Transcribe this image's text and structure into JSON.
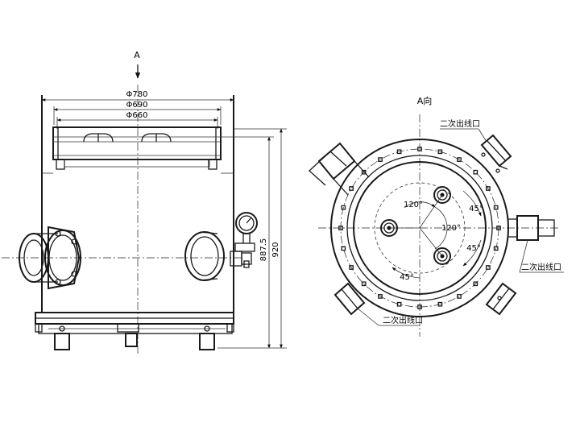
{
  "front_view": {
    "view_arrow_label": "A",
    "dim_d780": "Φ780",
    "dim_d690": "Φ690",
    "dim_d660": "Φ660",
    "dim_h887": "887.5",
    "dim_h920": "920"
  },
  "top_view": {
    "title": "A向",
    "label_outlet_top": "二次出线口",
    "label_outlet_right": "二次出线口",
    "label_outlet_bottom": "二次出线口",
    "angle_120_upper": "120°",
    "angle_120_right": "120°",
    "angle_45_upper": "45°",
    "angle_45_right": "45°",
    "angle_45_lower": "45°"
  }
}
